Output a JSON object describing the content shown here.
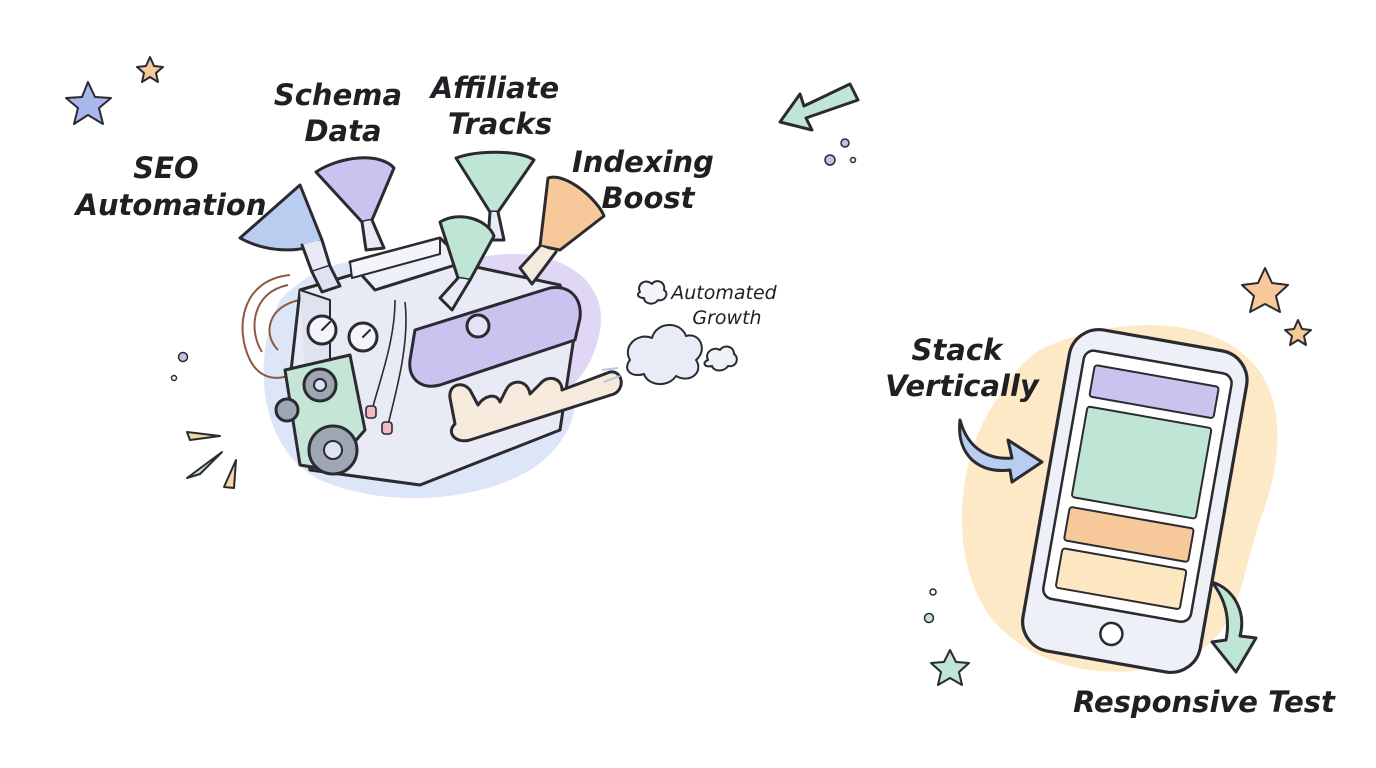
{
  "engine_labels": {
    "seo": [
      "SEO",
      "Automation"
    ],
    "schema": [
      "Schema",
      "Data"
    ],
    "affiliate": [
      "Affiliate",
      "Tracks"
    ],
    "indexing": [
      "Indexing",
      "Boost"
    ],
    "growth": [
      "Automated",
      "Growth"
    ]
  },
  "phone_labels": {
    "stack": [
      "Stack",
      "Vertically"
    ],
    "responsive": "Responsive Test"
  },
  "colors": {
    "lavender": "#cbc3ef",
    "mint": "#bfe6d4",
    "peach": "#f6c89a",
    "blue": "#b9cdf0",
    "cream": "#fde7c0",
    "ink": "#2a2a30"
  }
}
